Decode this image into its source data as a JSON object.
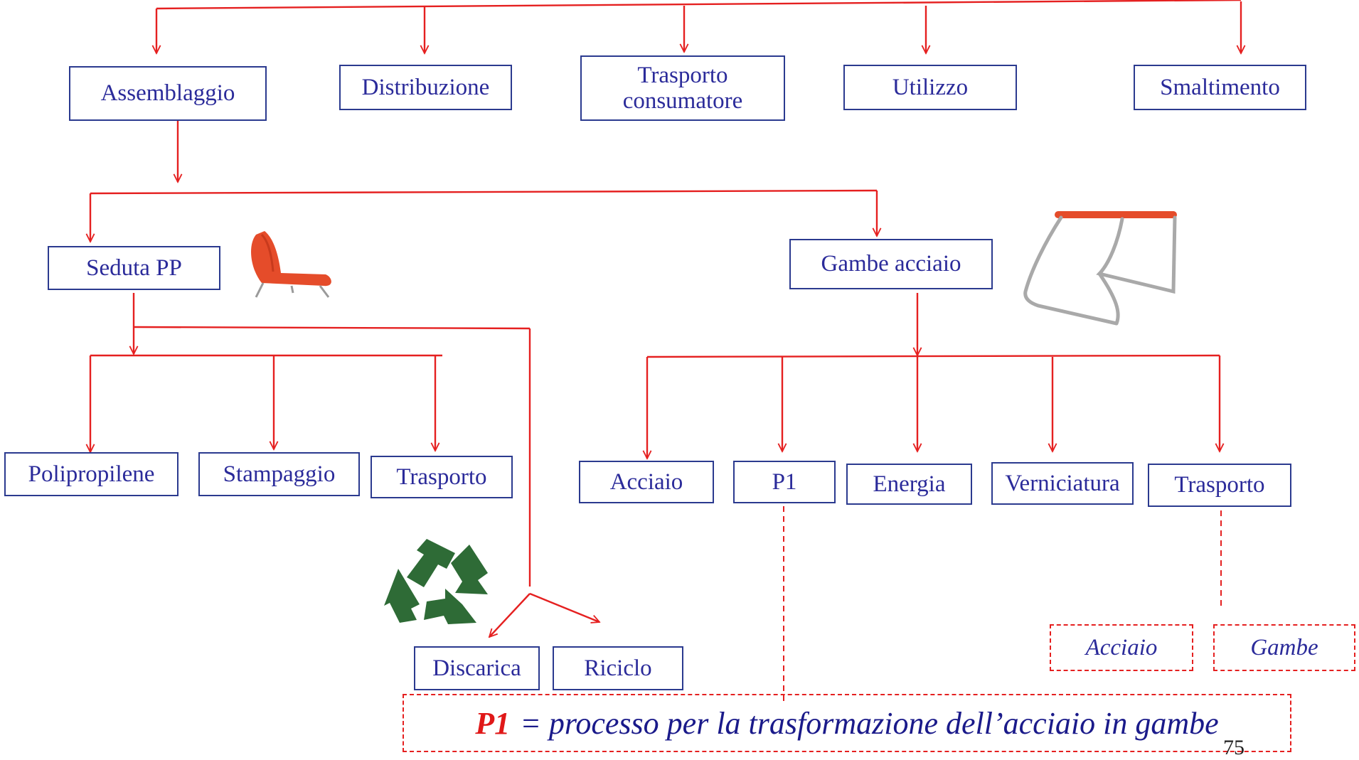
{
  "colors": {
    "line": "#e52020",
    "box_border": "#2b3a8f",
    "box_text": "#2b2b9a",
    "note_text": "#1a1a8a"
  },
  "phases": {
    "assemblaggio": "Assemblaggio",
    "distribuzione": "Distribuzione",
    "trasporto_consumatore": "Trasporto consumatore",
    "utilizzo": "Utilizzo",
    "smaltimento": "Smaltimento"
  },
  "components": {
    "seduta": "Seduta PP",
    "gambe": "Gambe acciaio"
  },
  "seduta_inputs": {
    "polipropilene": "Polipropilene",
    "stampaggio": "Stampaggio",
    "trasporto": "Trasporto"
  },
  "end_of_life": {
    "discarica": "Discarica",
    "riciclo": "Riciclo"
  },
  "gambe_inputs": {
    "acciaio": "Acciaio",
    "p1": "P1",
    "energia": "Energia",
    "verniciatura": "Verniciatura",
    "trasporto": "Trasporto"
  },
  "trasporto_details": {
    "acciaio": "Acciaio",
    "gambe": "Gambe"
  },
  "note": {
    "key": "P1",
    "text": "= processo per la trasformazione dell’acciaio in gambe"
  },
  "page_number": "75",
  "icons": {
    "chair_seat": "chair-seat-icon",
    "chair_legs": "chair-legs-icon",
    "recycle": "recycle-icon"
  }
}
